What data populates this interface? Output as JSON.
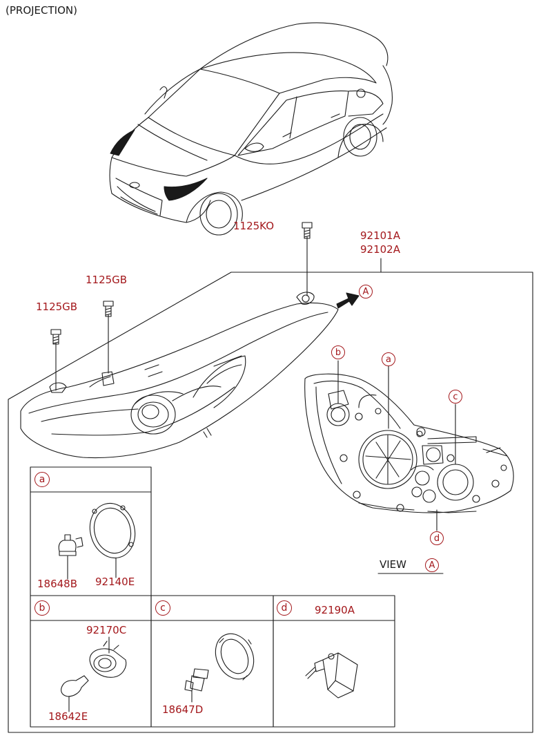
{
  "header": {
    "title": "(PROJECTION)"
  },
  "callouts": {
    "bolt_top": "1125KO",
    "assembly_lh": "92101A",
    "assembly_rh": "92102A",
    "bolt_left_upper": "1125GB",
    "bolt_left_lower": "1125GB",
    "view_marker": "A",
    "view_label": "VIEW",
    "view_label_marker": "A",
    "rear_a": "a",
    "rear_b": "b",
    "rear_c": "c",
    "rear_d": "d"
  },
  "detail_boxes": {
    "a": {
      "marker": "a",
      "bulb": "18648B",
      "cover": "92140E"
    },
    "b": {
      "marker": "b",
      "socket": "92170C",
      "bulb": "18642E"
    },
    "c": {
      "marker": "c",
      "bulb": "18647D"
    },
    "d": {
      "marker": "d",
      "actuator": "92190A"
    }
  },
  "colors": {
    "callout": "#a3171b",
    "line": "#1a1a1a"
  }
}
